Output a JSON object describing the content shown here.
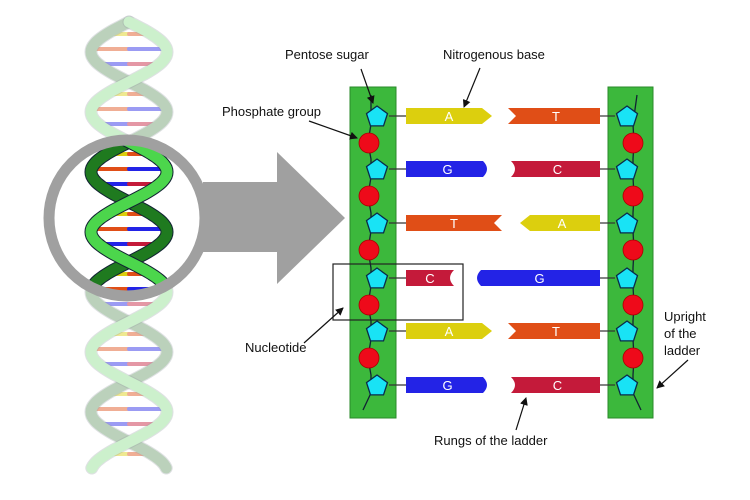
{
  "diagram": {
    "topic": "DNA structure",
    "labels": {
      "pentose_sugar": "Pentose sugar",
      "nitrogenous_base": "Nitrogenous base",
      "phosphate_group": "Phosphate group",
      "nucleotide": "Nucleotide",
      "upright": "Upright\nof the\nladder",
      "rungs": "Rungs of the ladder"
    },
    "base_colors": {
      "A": "#dccf0e",
      "T": "#e04e17",
      "G": "#2323e6",
      "C": "#c41a3a"
    },
    "component_colors": {
      "backbone": "#3cb83c",
      "sugar": "#19e3f5",
      "phosphate": "#ee0a1a",
      "magnifier": "#a0a0a0",
      "helix": "#5ecb55"
    },
    "base_pairs": [
      {
        "left": "A",
        "right": "T"
      },
      {
        "left": "G",
        "right": "C"
      },
      {
        "left": "T",
        "right": "A"
      },
      {
        "left": "C",
        "right": "G"
      },
      {
        "left": "A",
        "right": "T"
      },
      {
        "left": "G",
        "right": "C"
      }
    ]
  }
}
